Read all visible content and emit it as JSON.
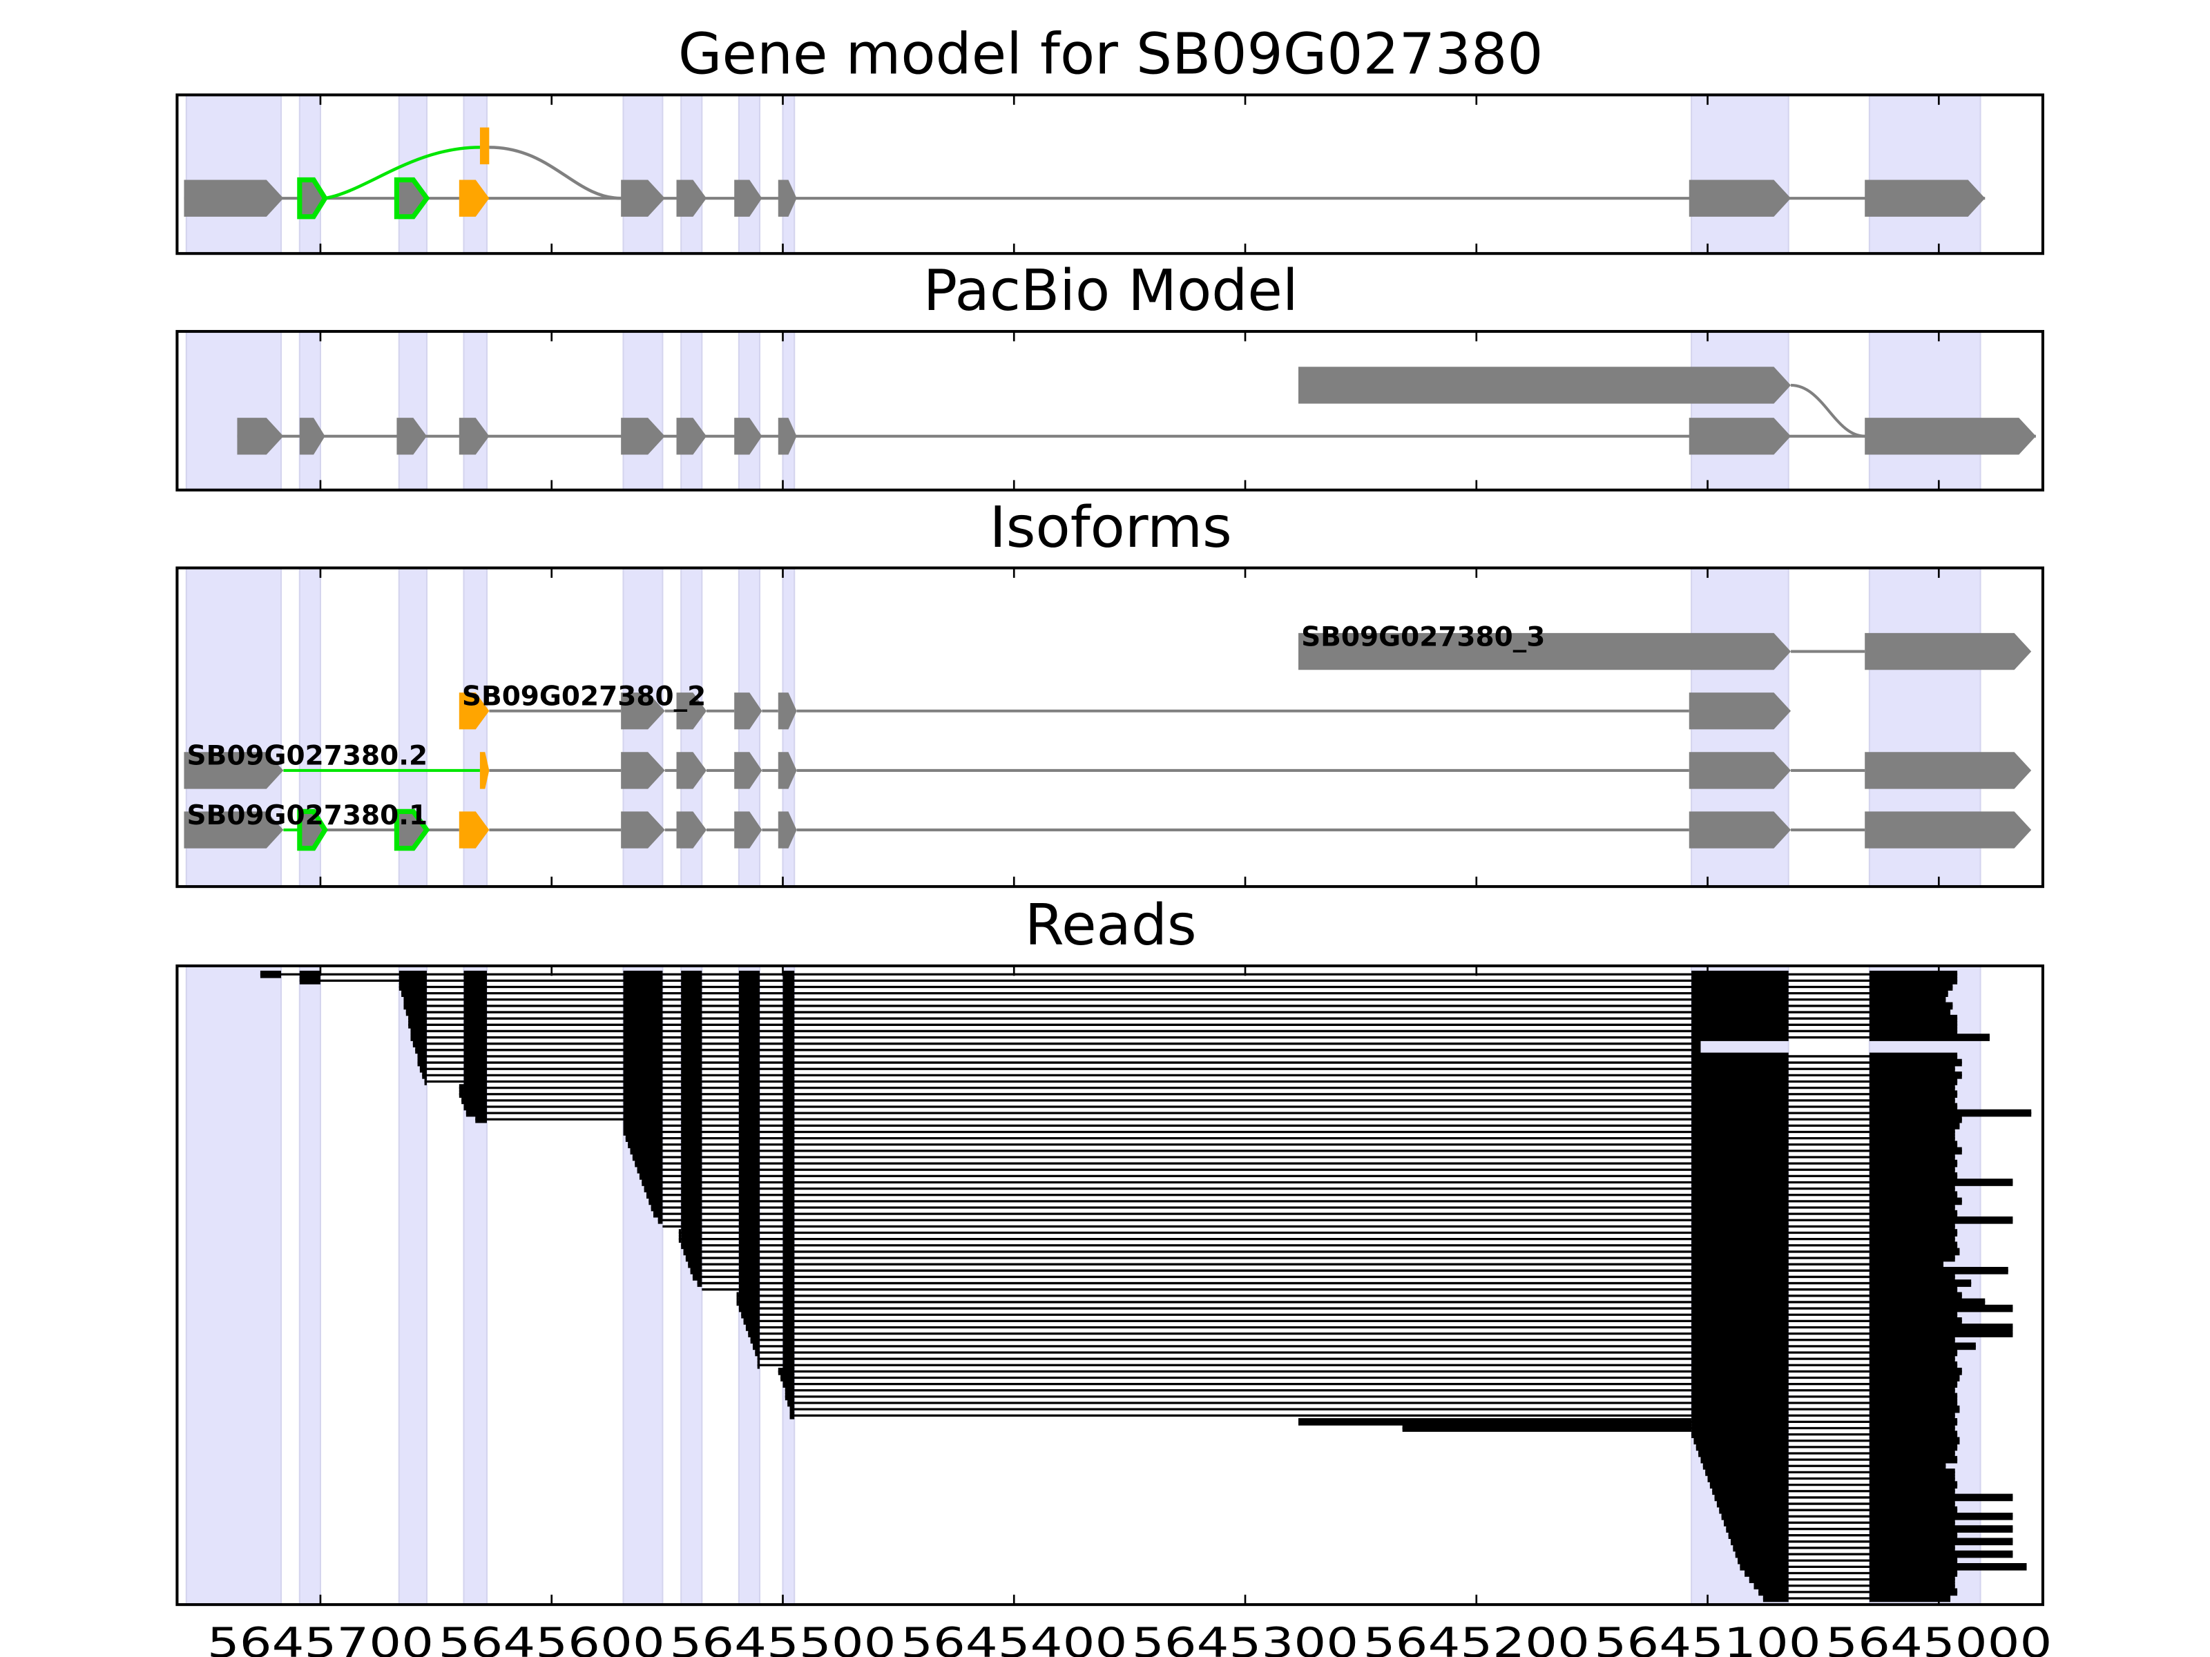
{
  "chart_data": {
    "type": "gene-structure",
    "xlim": [
      5645762,
      5644955
    ],
    "x_ticks": [
      5645700,
      5645600,
      5645500,
      5645400,
      5645300,
      5645200,
      5645100,
      5645000
    ],
    "x_tick_labels": [
      "5645700",
      "5645600",
      "5645500",
      "5645400",
      "5645300",
      "5645200",
      "5645100",
      "5645000"
    ],
    "colors": {
      "exon": "#808080",
      "shade": "#e3e3fb",
      "alt_green": "#00e600",
      "alt_orange": "#ffa500",
      "read": "#000000"
    },
    "shaded_regions": [
      [
        5645758,
        5645717
      ],
      [
        5645709,
        5645700
      ],
      [
        5645666,
        5645654
      ],
      [
        5645638,
        5645628
      ],
      [
        5645569,
        5645552
      ],
      [
        5645544,
        5645535
      ],
      [
        5645519,
        5645510
      ],
      [
        5645500,
        5645495
      ],
      [
        5645107,
        5645065
      ],
      [
        5645030,
        5644982
      ]
    ],
    "panels": {
      "gene_model": {
        "title": "Gene model for SB09G027380",
        "exons": [
          [
            5645759,
            5645716,
            "gray"
          ],
          [
            5645709,
            5645698,
            "green"
          ],
          [
            5645667,
            5645654,
            "green"
          ],
          [
            5645640,
            5645627,
            "orange"
          ],
          [
            5645570,
            5645551,
            "gray"
          ],
          [
            5645546,
            5645533,
            "gray"
          ],
          [
            5645521,
            5645509,
            "gray"
          ],
          [
            5645502,
            5645494,
            "gray"
          ],
          [
            5645108,
            5645064,
            "gray"
          ],
          [
            5645032,
            5644980,
            "gray"
          ]
        ],
        "alt_exon": [
          5645631,
          5645627,
          "orange"
        ]
      },
      "pacbio": {
        "title": "PacBio Model",
        "main_exons": [
          [
            5645736,
            5645716
          ],
          [
            5645709,
            5645698
          ],
          [
            5645667,
            5645654
          ],
          [
            5645640,
            5645627
          ],
          [
            5645570,
            5645551
          ],
          [
            5645546,
            5645533
          ],
          [
            5645521,
            5645509
          ],
          [
            5645502,
            5645494
          ],
          [
            5645108,
            5645064
          ],
          [
            5645032,
            5644958
          ]
        ],
        "alt_exon": [
          5645277,
          5645064
        ]
      },
      "isoforms": {
        "title": "Isoforms",
        "items": [
          {
            "name": "SB09G027380_3",
            "intron_color": "gray",
            "exons": [
              [
                5645277,
                5645064,
                "gray"
              ],
              [
                5645032,
                5644960,
                "gray"
              ]
            ]
          },
          {
            "name": "SB09G027380_2",
            "intron_color": "gray",
            "exons": [
              [
                5645640,
                5645627,
                "orange"
              ],
              [
                5645570,
                5645551,
                "gray"
              ],
              [
                5645546,
                5645533,
                "gray"
              ],
              [
                5645521,
                5645509,
                "gray"
              ],
              [
                5645502,
                5645494,
                "gray"
              ],
              [
                5645108,
                5645064,
                "gray"
              ]
            ]
          },
          {
            "name": "SB09G027380.2",
            "intron_color": "green",
            "exons": [
              [
                5645759,
                5645716,
                "gray"
              ],
              [
                5645631,
                5645627,
                "orange"
              ],
              [
                5645570,
                5645551,
                "gray"
              ],
              [
                5645546,
                5645533,
                "gray"
              ],
              [
                5645521,
                5645509,
                "gray"
              ],
              [
                5645502,
                5645494,
                "gray"
              ],
              [
                5645108,
                5645064,
                "gray"
              ],
              [
                5645032,
                5644960,
                "gray"
              ]
            ]
          },
          {
            "name": "SB09G027380.1",
            "intron_color": "green",
            "exons": [
              [
                5645759,
                5645716,
                "gray"
              ],
              [
                5645709,
                5645698,
                "green"
              ],
              [
                5645667,
                5645654,
                "green"
              ],
              [
                5645640,
                5645627,
                "orange"
              ],
              [
                5645570,
                5645551,
                "gray"
              ],
              [
                5645546,
                5645533,
                "gray"
              ],
              [
                5645521,
                5645509,
                "gray"
              ],
              [
                5645502,
                5645494,
                "gray"
              ],
              [
                5645108,
                5645064,
                "gray"
              ],
              [
                5645032,
                5644960,
                "gray"
              ]
            ]
          }
        ]
      },
      "reads": {
        "title": "Reads",
        "starts": [
          5645726,
          5645709,
          5645666,
          5645665,
          5645664,
          5645664,
          5645663,
          5645662,
          5645662,
          5645661,
          5645661,
          5645660,
          5645659,
          5645658,
          5645658,
          5645657,
          5645656,
          5645655,
          5645640,
          5645640,
          5645639,
          5645638,
          5645637,
          5645633,
          5645569,
          5645569,
          5645568,
          5645567,
          5645566,
          5645565,
          5645564,
          5645563,
          5645562,
          5645561,
          5645560,
          5645559,
          5645558,
          5645557,
          5645556,
          5645554,
          5645552,
          5645545,
          5645545,
          5645544,
          5645543,
          5645542,
          5645541,
          5645540,
          5645539,
          5645537,
          5645535,
          5645520,
          5645520,
          5645519,
          5645518,
          5645517,
          5645516,
          5645515,
          5645514,
          5645513,
          5645512,
          5645511,
          5645511,
          5645502,
          5645501,
          5645500,
          5645499,
          5645499,
          5645498,
          5645497,
          5645497,
          5645277,
          5645232,
          5645107,
          5645106,
          5645105,
          5645104,
          5645103,
          5645102,
          5645101,
          5645100,
          5645099,
          5645098,
          5645097,
          5645096,
          5645095,
          5645094,
          5645093,
          5645092,
          5645091,
          5645090,
          5645089,
          5645088,
          5645087,
          5645086,
          5645084,
          5645082,
          5645080,
          5645078,
          5645076
        ],
        "ends": [
          5644992,
          5644992,
          5644994,
          5644996,
          5644997,
          5644994,
          5644995,
          5644992,
          5644992,
          5644992,
          5644978,
          5645103,
          5645103,
          5644992,
          5644990,
          5644993,
          5644990,
          5644992,
          5644993,
          5644992,
          5644993,
          5644992,
          5644960,
          5644990,
          5644991,
          5644993,
          5644993,
          5644992,
          5644990,
          5644993,
          5644992,
          5644993,
          5644992,
          5644968,
          5644993,
          5644992,
          5644990,
          5644993,
          5644992,
          5644968,
          5644993,
          5644992,
          5644993,
          5644992,
          5644991,
          5644993,
          5644998,
          5644970,
          5644993,
          5644986,
          5644992,
          5644990,
          5644980,
          5644968,
          5644992,
          5644990,
          5644968,
          5644968,
          5644993,
          5644984,
          5644992,
          5644993,
          5644992,
          5644990,
          5644991,
          5644992,
          5644993,
          5644992,
          5644992,
          5644991,
          5644993,
          5644992,
          5644993,
          5644992,
          5644991,
          5644992,
          5644993,
          5644992,
          5644997,
          5644993,
          5644993,
          5644992,
          5644993,
          5644968,
          5644993,
          5644992,
          5644968,
          5644993,
          5644968,
          5644992,
          5644968,
          5644993,
          5644968,
          5644992,
          5644962,
          5644992,
          5644993,
          5644993,
          5644992,
          5644995
        ]
      }
    }
  }
}
